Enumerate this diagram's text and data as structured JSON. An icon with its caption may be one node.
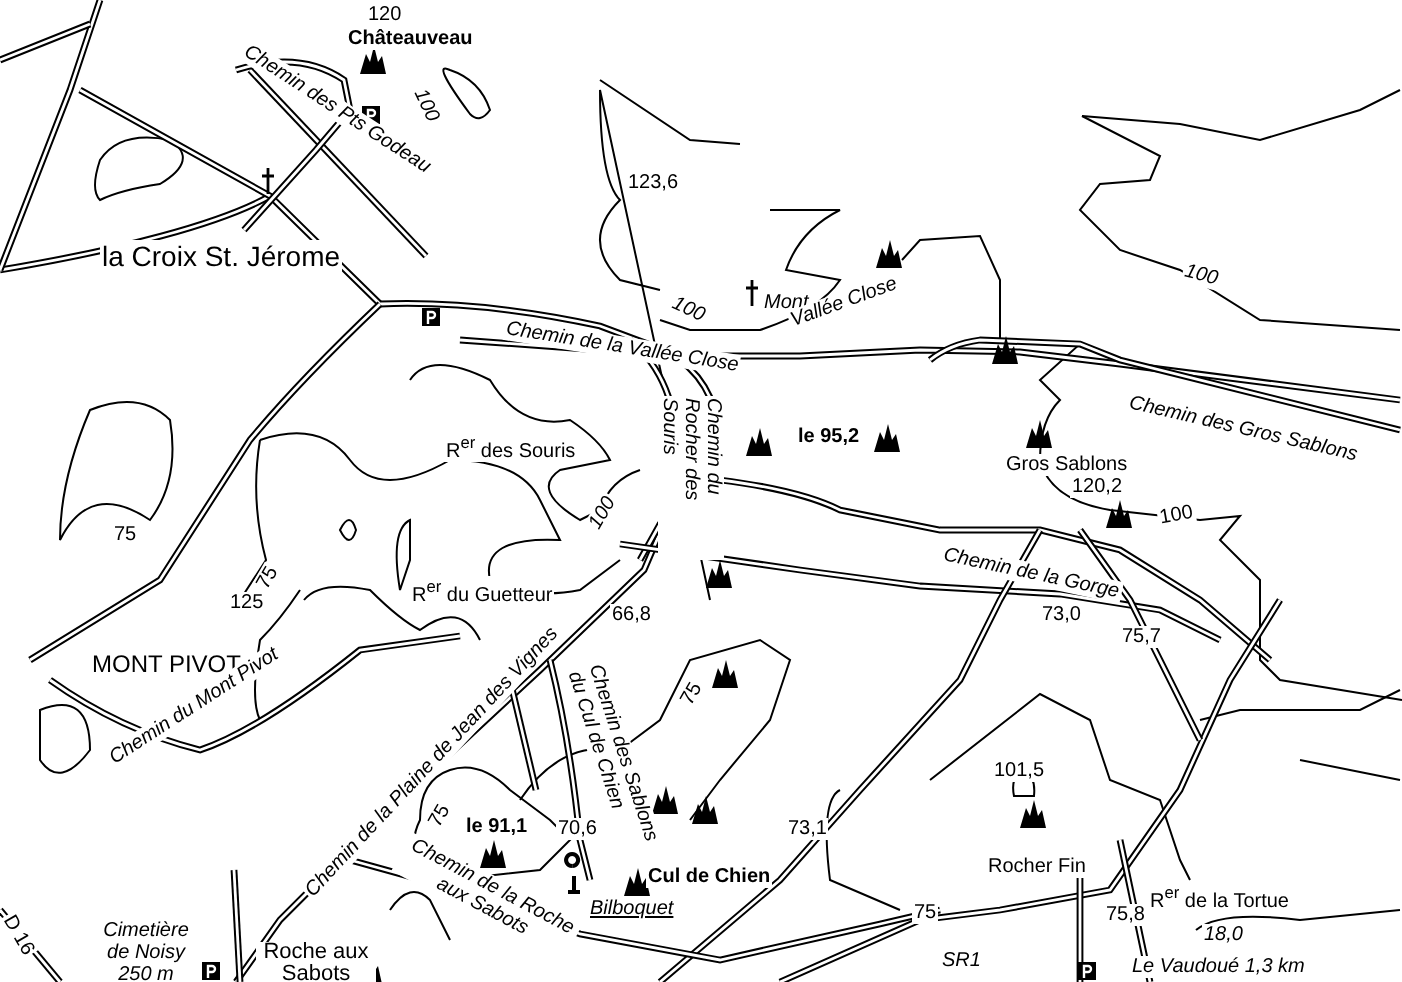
{
  "diagram": {
    "labels": [
      "120",
      "Châteauveau",
      "Chemin des Pts Godeau",
      "100",
      "123,6",
      "la Croix St. Jérome",
      "Mont",
      "Vallée Close",
      "100",
      "100",
      "Chemin de la Vallée Close",
      "Chemin du Rocher des Souris",
      "R$^{er}$ des Souris",
      "le 95,2",
      "Gros Sablons",
      "Chemin des Gros Sablons",
      "120,2",
      "100",
      "75",
      "100",
      "75",
      "125",
      "R$^{er}$ du Guetteur",
      "66,8",
      "MONT PIVOT",
      "Chemin du Mont Pivot",
      "Chemin de la Plaine de Jean des Vignes",
      "Chemin de la Gorge",
      "73,0",
      "75,7",
      "75",
      "Chemin des Sablons du Cul de Chien",
      "101,5",
      "le 91,1",
      "70,6",
      "75",
      "73,1",
      "Rocher Fin",
      "Cul de Chien",
      "Chemin de la Roche aux Sabots",
      "Bilboquet",
      "R$^{er}$ de la Tortue",
      "75",
      "D 16",
      "Cimetière de Noisy 250 m",
      "Roche aux Sabots",
      "75,8",
      "18,0",
      "SR1",
      "Le Vaudoué 1,3 km"
    ]
  }
}
